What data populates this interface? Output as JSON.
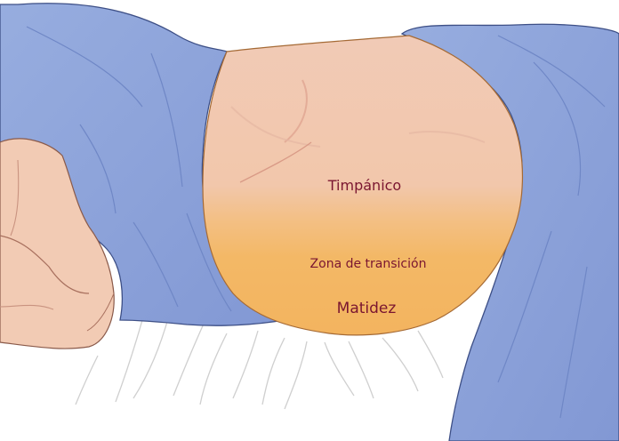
{
  "labels": {
    "tympanic": "Timpánico",
    "transition": "Zona de transición",
    "dullness": "Matidez"
  },
  "colors": {
    "skin": "#f2cbb4",
    "skin_shadow": "#e2a995",
    "dull_zone": "#f3b866",
    "gown": "#8ea5dc",
    "gown_shadow": "#6f87c6",
    "outline": "#3d4f86",
    "sheet_lines": "#cccccc",
    "label_text": "#7a1630"
  },
  "icons": [
    "abdomen-illustration",
    "patient-gown",
    "patient-arm",
    "bed-sheet"
  ]
}
